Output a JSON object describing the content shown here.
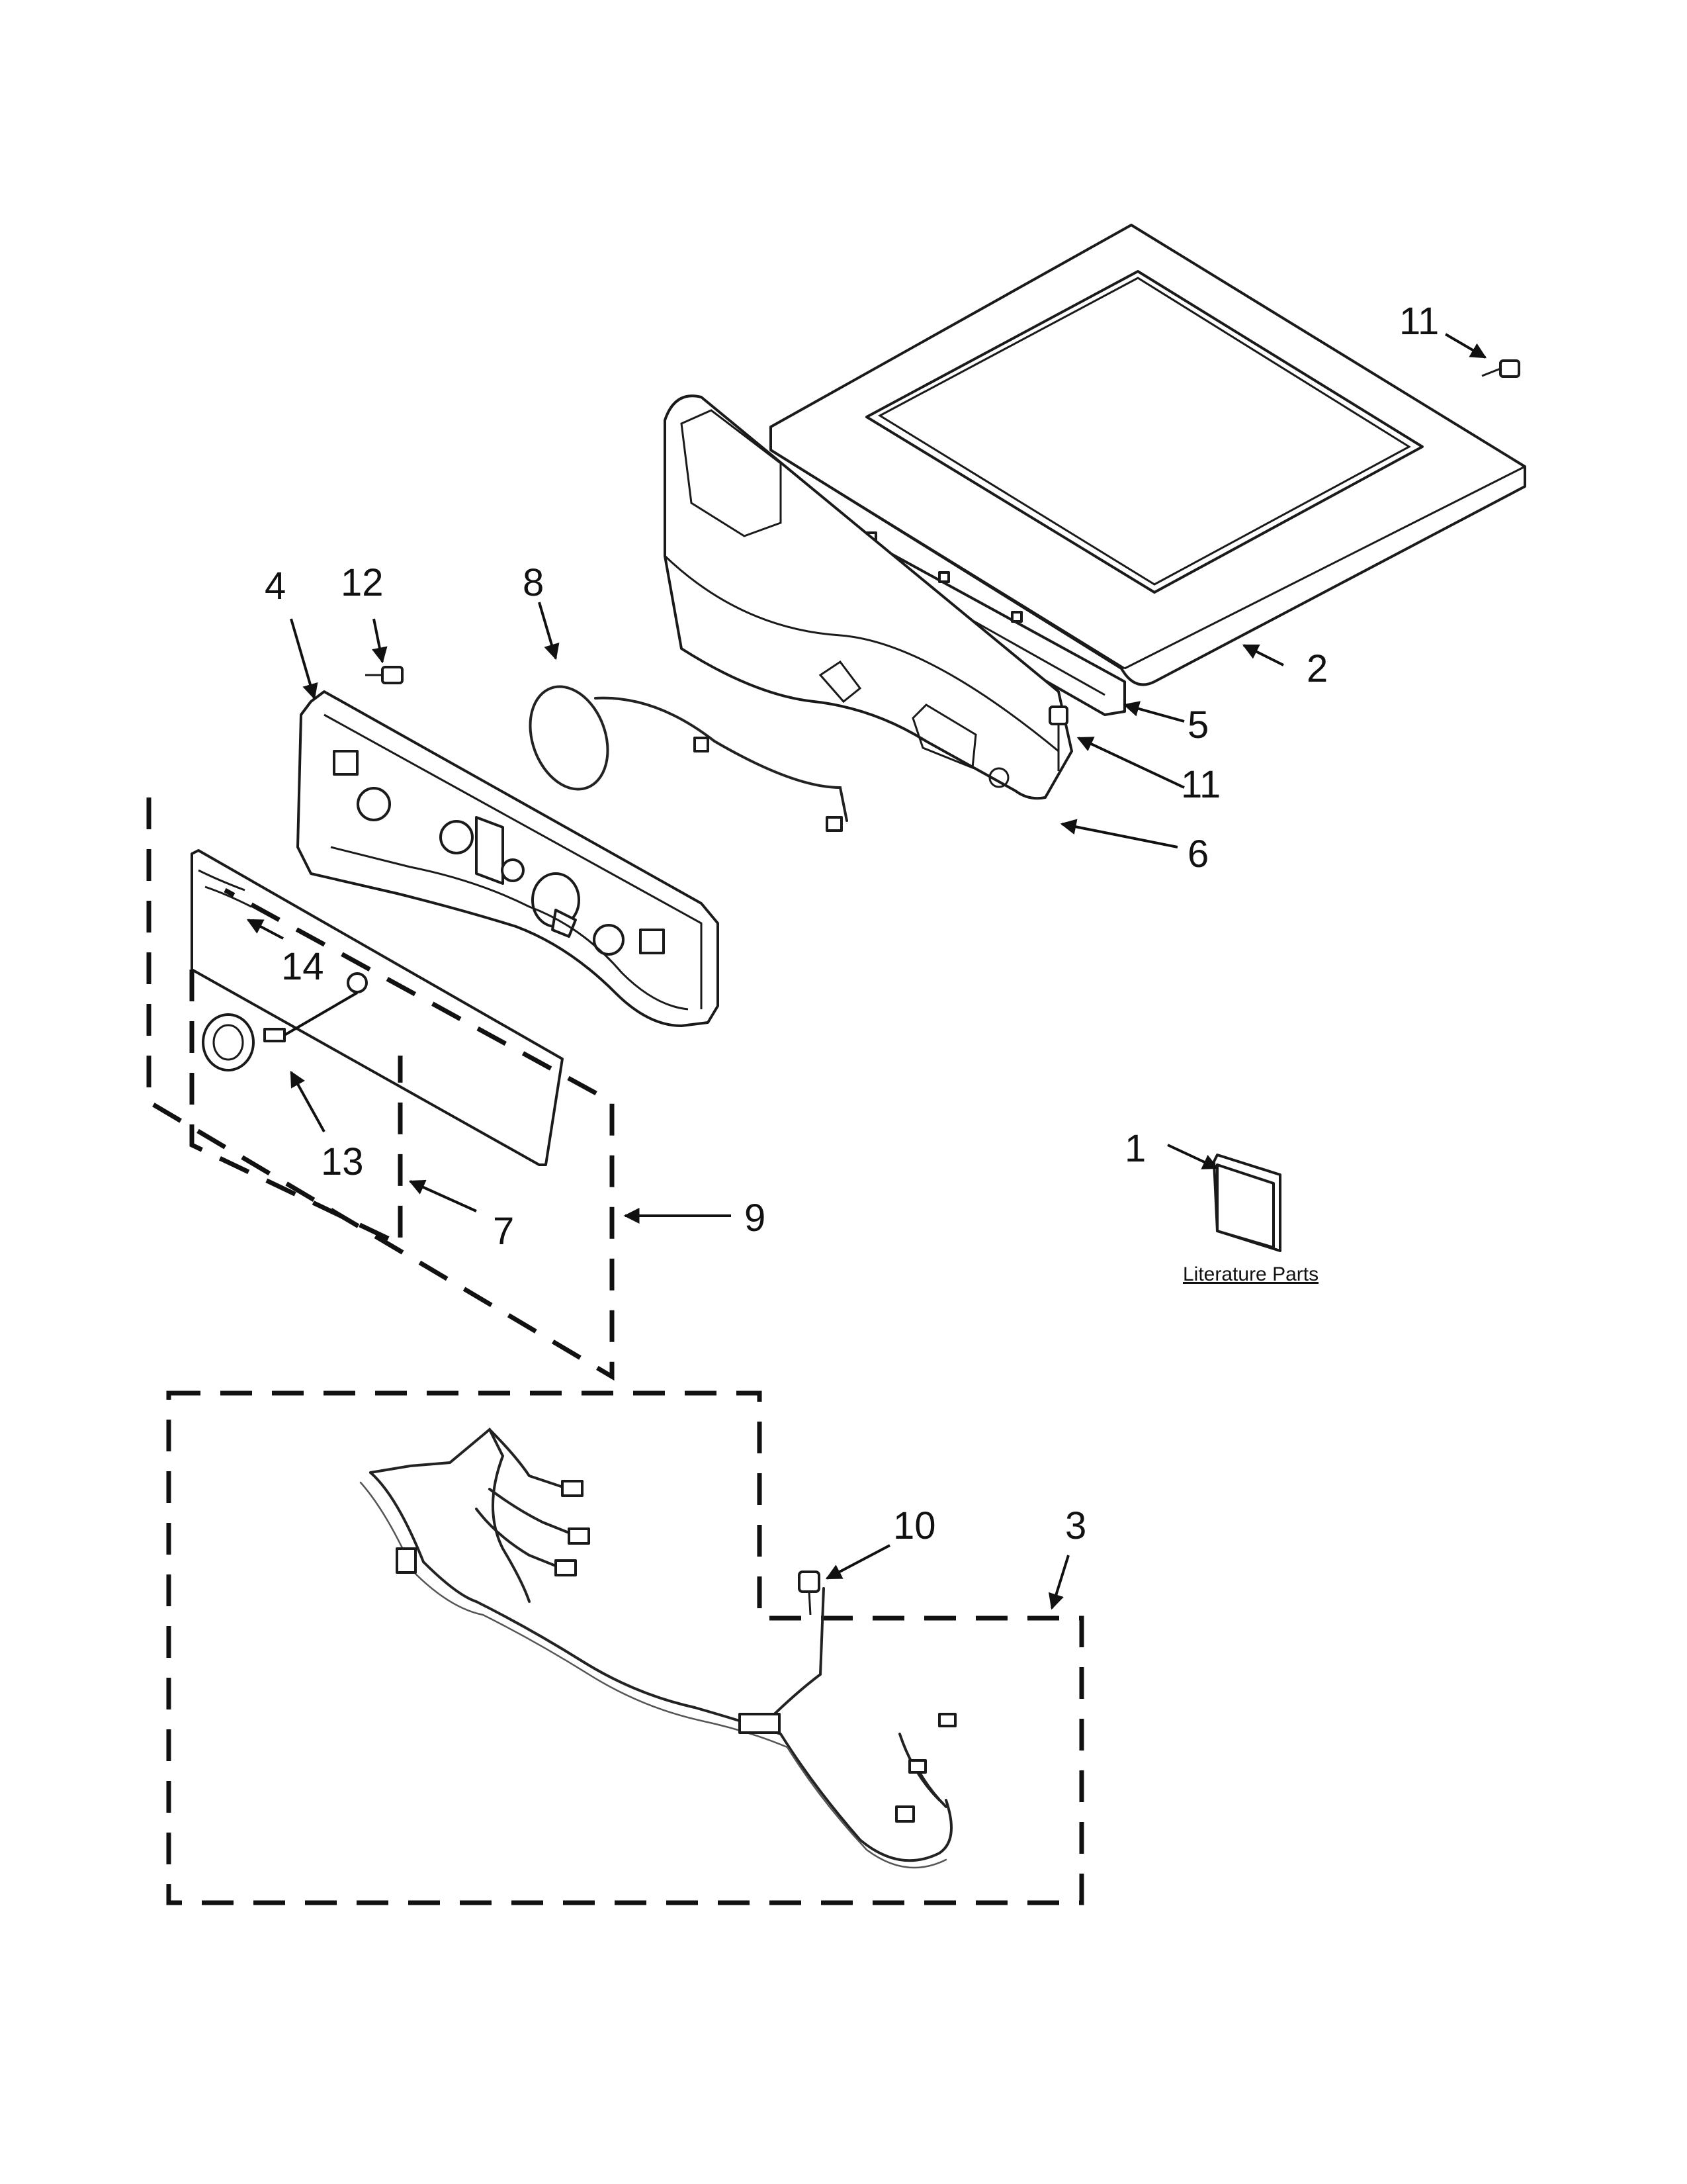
{
  "callouts": {
    "c1": "1",
    "c2": "2",
    "c3": "3",
    "c4": "4",
    "c5": "5",
    "c6": "6",
    "c7": "7",
    "c8": "8",
    "c9": "9",
    "c10": "10",
    "c11a": "11",
    "c11b": "11",
    "c12": "12",
    "c13": "13",
    "c14": "14"
  },
  "literature_label": "Literature Parts"
}
